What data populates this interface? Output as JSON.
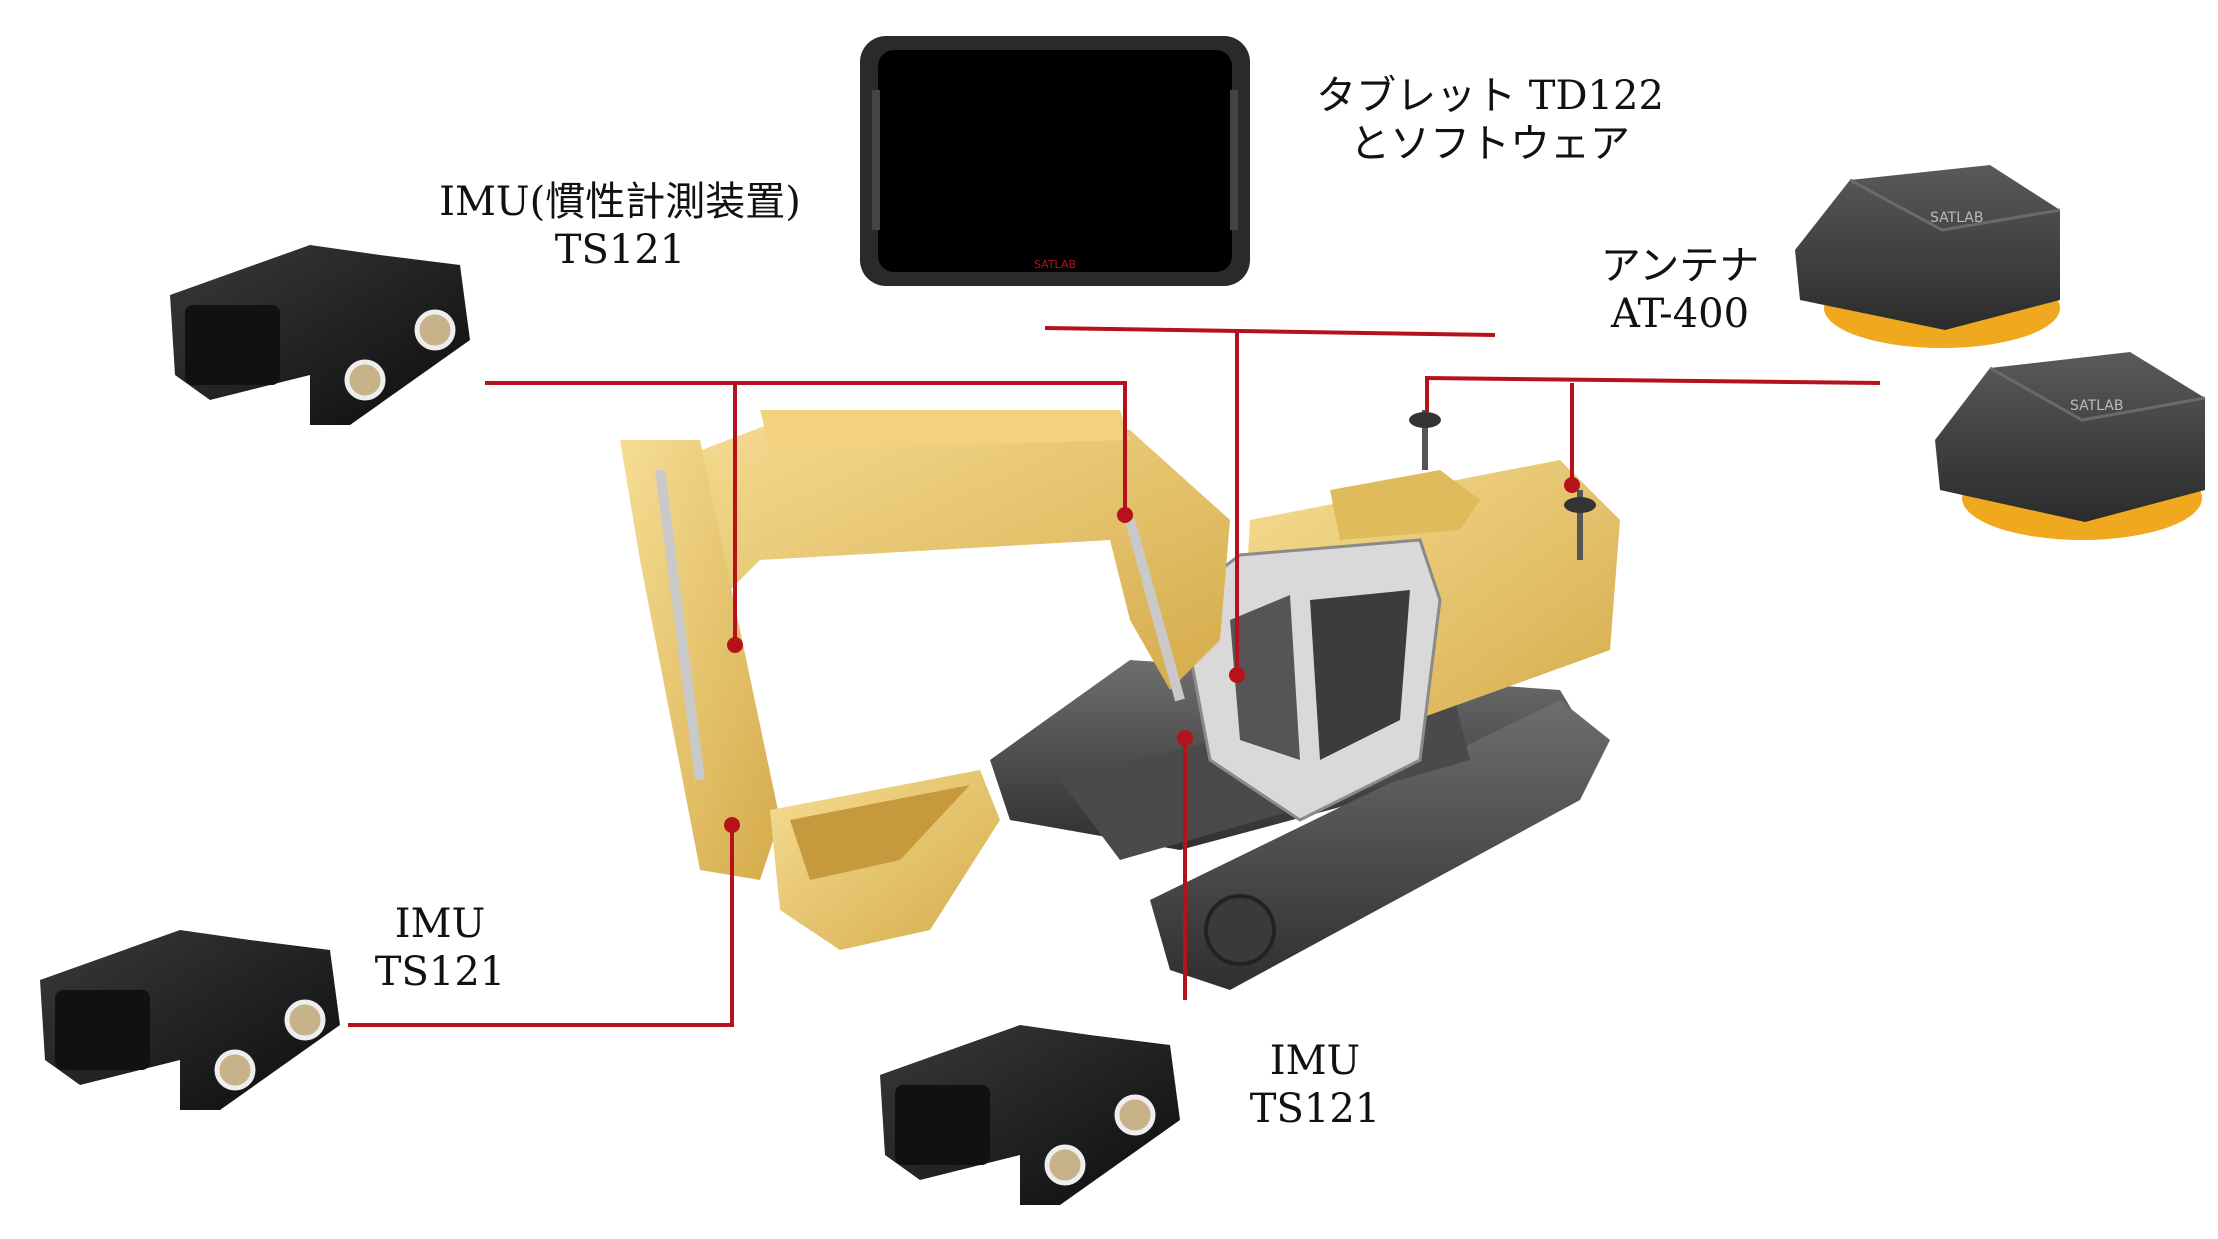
{
  "colors": {
    "leader_line": "#b5121b",
    "excavator_body": "#e9c86b",
    "device_dark": "#1d1d1d",
    "antenna_accent": "#f0a81e"
  },
  "labels": {
    "tablet": {
      "line1": "タブレット TD122",
      "line2": "とソフトウェア"
    },
    "imu_main": {
      "line1": "IMU(慣性計測装置)",
      "line2": "TS121"
    },
    "antenna": {
      "line1": "アンテナ",
      "line2": "AT-400"
    },
    "imu_left": {
      "line1": "IMU",
      "line2": "TS121"
    },
    "imu_bottom": {
      "line1": "IMU",
      "line2": "TS121"
    }
  },
  "brand": {
    "logo_text": "SATLAB"
  },
  "icons": [
    "tablet-device",
    "imu-sensor",
    "gnss-antenna",
    "excavator"
  ]
}
